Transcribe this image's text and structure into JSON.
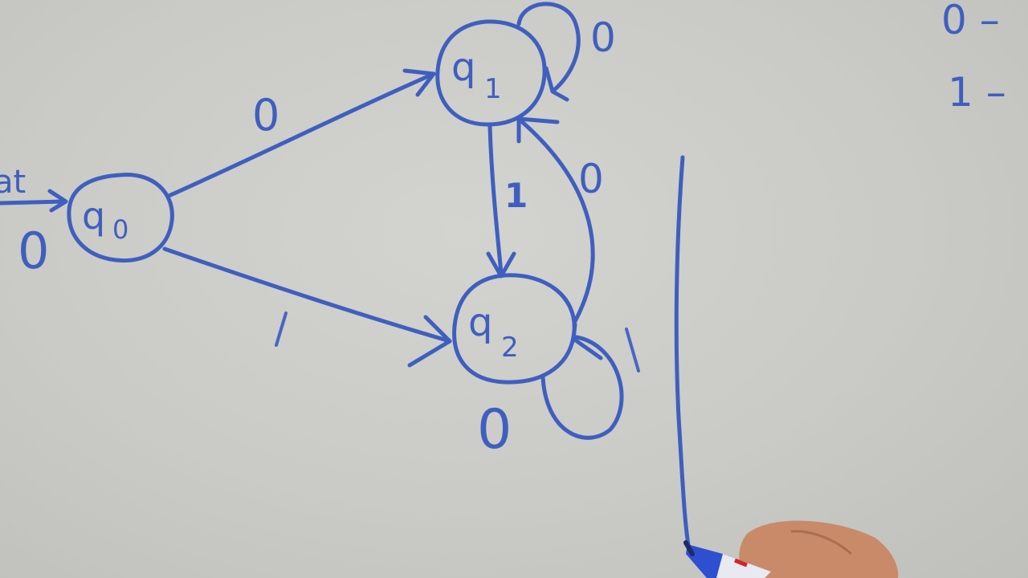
{
  "states": [
    {
      "id": "q0",
      "main": "q",
      "sub": "0"
    },
    {
      "id": "q1",
      "main": "q",
      "sub": "1"
    },
    {
      "id": "q2",
      "main": "q",
      "sub": "2"
    }
  ],
  "start_label": "at",
  "transitions": {
    "q0_q1": "0",
    "q0_q2": "1",
    "q1_q1": "0",
    "q1_q2": "1",
    "q2_q1": "0",
    "q2_q2": "1",
    "q0_extra": "0",
    "q2_extra": "0"
  },
  "side_notes": [
    "0 –",
    "1 –"
  ],
  "colors": {
    "ink": "#3f5fbf",
    "board": "#cacac6",
    "skin": "#c08462"
  }
}
